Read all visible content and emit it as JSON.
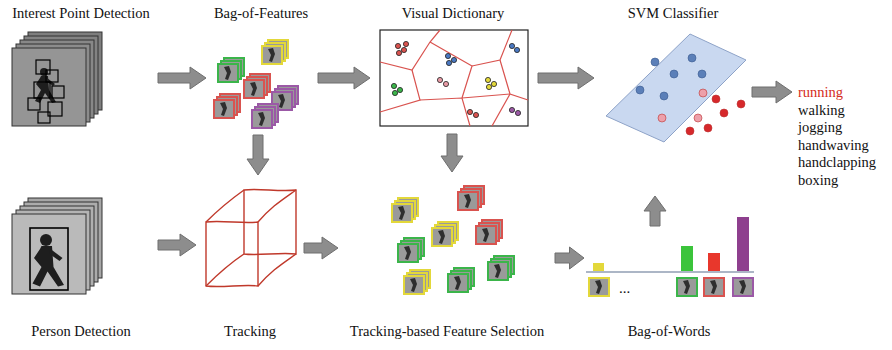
{
  "diagram": {
    "nodes": [
      {
        "text": [
          "Interest Point Detection"
        ]
      },
      {
        "text": [
          "Bag-of-Features"
        ]
      },
      {
        "text": [
          "Visual Dictionary"
        ]
      },
      {
        "text": [
          "SVM Classifier"
        ]
      },
      {
        "text": [
          "running",
          "walking",
          "jogging",
          "handwaving",
          "handclapping",
          "boxing"
        ]
      },
      {
        "text": [
          "Person Detection"
        ]
      },
      {
        "text": [
          "Tracking"
        ]
      },
      {
        "text": [
          "Tracking-based Feature Selection"
        ]
      },
      {
        "text": [
          "Bag-of-Words"
        ]
      }
    ],
    "edges": [
      {
        "from": 0,
        "to": 1,
        "arrow": "to"
      },
      {
        "from": 1,
        "to": 2,
        "arrow": "to"
      },
      {
        "from": 2,
        "to": 3,
        "arrow": "to"
      },
      {
        "from": 3,
        "to": 4,
        "arrow": "to"
      },
      {
        "from": 5,
        "to": 6,
        "arrow": "to"
      },
      {
        "from": 6,
        "to": 7,
        "arrow": "to"
      },
      {
        "from": 7,
        "to": 8,
        "arrow": "to"
      },
      {
        "from": 8,
        "to": 3,
        "arrow": "to"
      },
      {
        "from": 1,
        "to": 6,
        "arrow": "to"
      },
      {
        "from": 2,
        "to": 7,
        "arrow": "to"
      }
    ],
    "labels": [
      "..."
    ]
  }
}
